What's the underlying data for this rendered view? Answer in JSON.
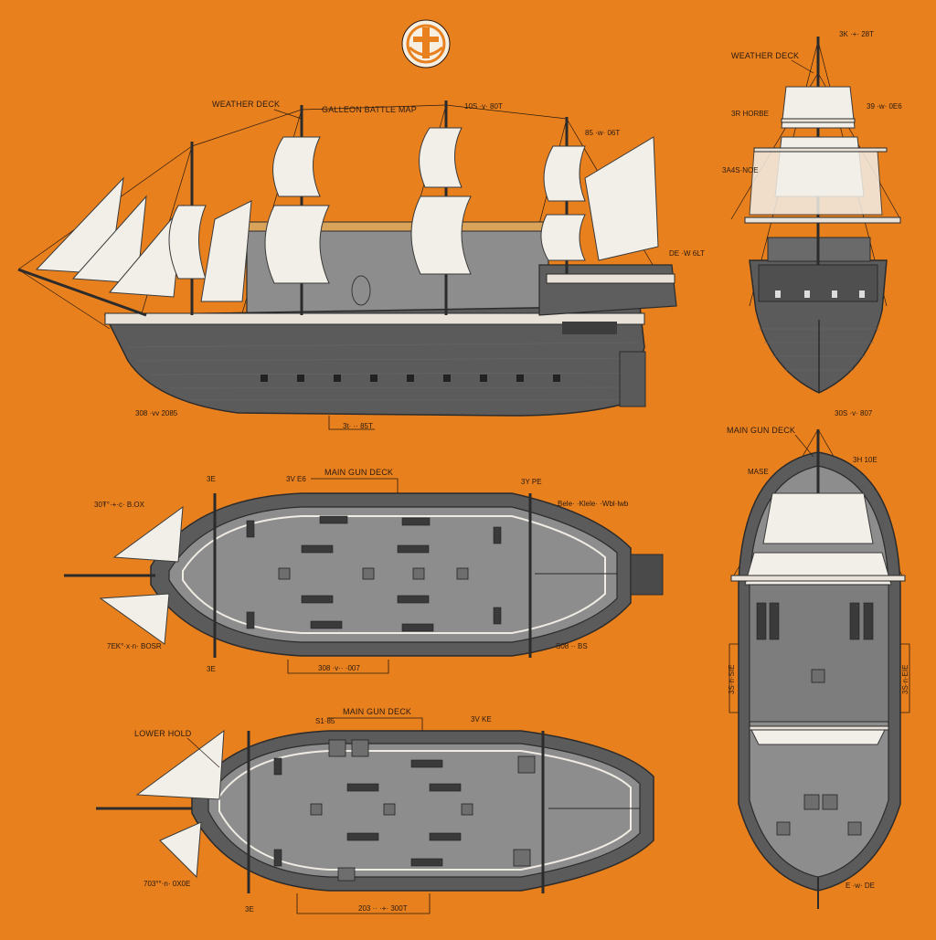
{
  "title": "GALLEON BATTLE MAP",
  "colors": {
    "background": "#e8801e",
    "ink": "#2a1a10",
    "hull": "#5b5b5b",
    "sail": "#f2efe8"
  },
  "emblem": {
    "icon": "anchor-emblem-icon"
  },
  "views": {
    "side": {
      "label_weather_deck": "WEATHER DECK",
      "label_1": "10S ·v· 80T",
      "label_2": "85 ·w· 06T",
      "label_3": "DE ·W 6LT",
      "label_4": "308 ·vv 2085",
      "label_5": "3t· ·· 85T"
    },
    "front": {
      "label_weather_deck": "WEATHER DECK",
      "label_1": "3K ·+· 28T",
      "label_2": "3R HORBE",
      "label_3": "39 ·w· 0E6",
      "label_4": "3A4S·NOE"
    },
    "main_gun_deck_top": {
      "label": "MAIN GUN DECK",
      "label_1": "30Ŧ°·+·c· B.OX",
      "label_2": "7EK°·x·n· BOSR",
      "label_3": "308 ·v·· ·007",
      "label_4": "3V E6",
      "label_5": "3Y PE",
      "label_6": "Bele· ·Klele· ·Wbl·lwb",
      "label_7": "3E",
      "label_8": "3E",
      "label_9": "S08 ·· BS"
    },
    "lower_hold": {
      "label_main": "MAIN GUN DECK",
      "label_hold": "LOWER HOLD",
      "label_1": "S1·85",
      "label_2": "3V KE",
      "label_3": "703°°·n· 0X0E",
      "label_4": "203 ·· ·+· 300T",
      "label_5": "3E"
    },
    "rear_top": {
      "label": "MAIN GUN DECK",
      "label_1": "30S ·v· 807",
      "label_2": "MASE",
      "label_3": "3H 10E",
      "label_4": "3S·n·SIE",
      "label_5": "3S·n·EIE",
      "label_6": "E ·w· DE"
    }
  }
}
